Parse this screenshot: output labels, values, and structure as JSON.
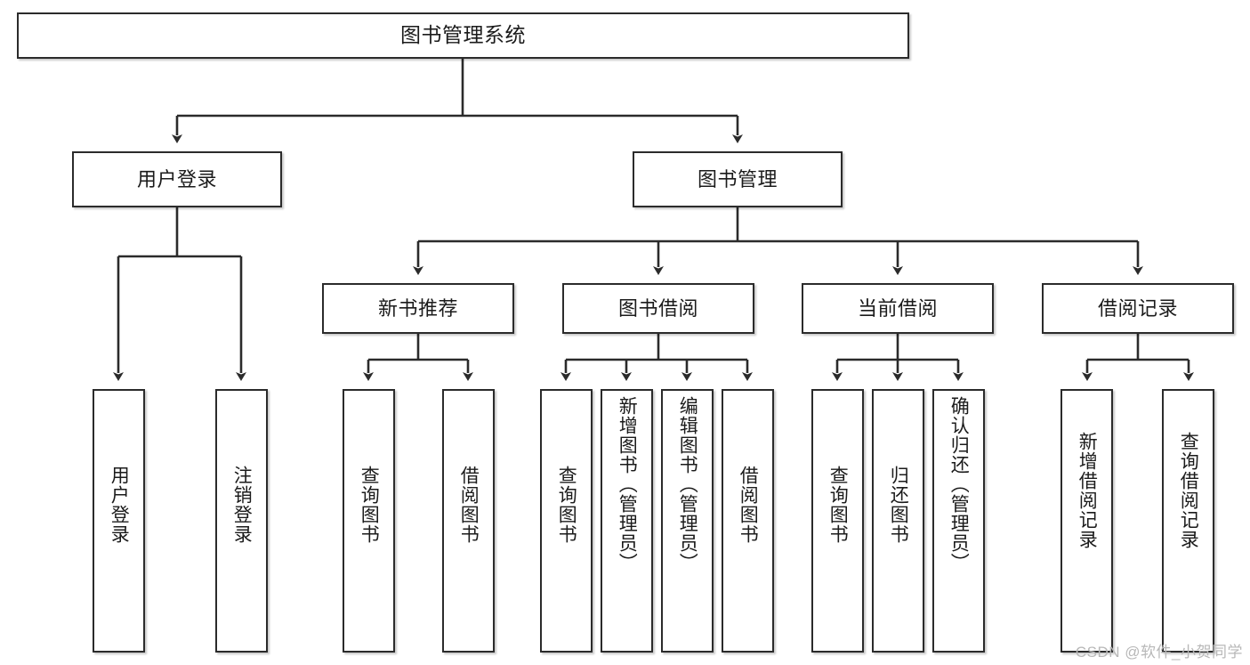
{
  "diagram": {
    "title": "图书管理系统",
    "type": "tree-hierarchy-chart",
    "watermark": "CSDN @软件_小贺同学",
    "colors": {
      "box_border": "#2b2b2b",
      "box_fill": "#ffffff",
      "edge": "#2b2b2b",
      "text": "#1b1b1b",
      "watermark": "#b8b8b8"
    },
    "root": {
      "label": "图书管理系统"
    },
    "level2": [
      {
        "label": "用户登录"
      },
      {
        "label": "图书管理"
      }
    ],
    "level3": [
      {
        "label": "新书推荐"
      },
      {
        "label": "图书借阅"
      },
      {
        "label": "当前借阅"
      },
      {
        "label": "借阅记录"
      }
    ],
    "leaves": {
      "user_login": [
        {
          "label": "用户登录"
        },
        {
          "label": "注销登录"
        }
      ],
      "new_book_recommend": [
        {
          "label": "查询图书"
        },
        {
          "label": "借阅图书"
        }
      ],
      "book_borrow": [
        {
          "label": "查询图书"
        },
        {
          "label": "新增图书（管理员）"
        },
        {
          "label": "编辑图书（管理员）"
        },
        {
          "label": "借阅图书"
        }
      ],
      "current_borrow": [
        {
          "label": "查询图书"
        },
        {
          "label": "归还图书"
        },
        {
          "label": "确认归还（管理员）"
        }
      ],
      "borrow_record": [
        {
          "label": "新增借阅记录"
        },
        {
          "label": "查询借阅记录"
        }
      ]
    }
  }
}
